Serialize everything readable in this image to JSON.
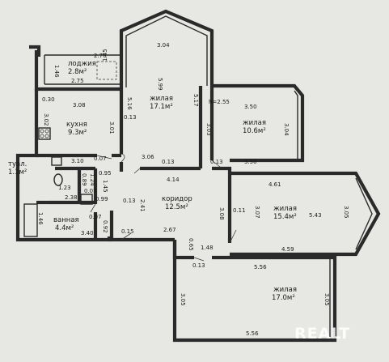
{
  "rooms": {
    "loggia": {
      "name": "лоджия",
      "area": "2.8м²"
    },
    "living1": {
      "name": "жилая",
      "area": "17.1м²"
    },
    "kitchen": {
      "name": "кухня",
      "area": "9.3м²"
    },
    "living2": {
      "name": "жилая",
      "area": "10.6м²"
    },
    "toilet": {
      "name": "туал.",
      "area": "1.1м²"
    },
    "corridor": {
      "name": "коридор",
      "area": "12.5м²"
    },
    "living3": {
      "name": "жилая",
      "area": "15.4м²"
    },
    "bathroom": {
      "name": "ванная",
      "area": "4.4м²"
    },
    "living4": {
      "name": "жилая",
      "area": "17.0м²"
    }
  },
  "dimensions": {
    "d304": "3.04",
    "d276": "2.76",
    "d146a": "1.46",
    "d145": "1.45",
    "d275": "2.75",
    "d599": "5.99",
    "d030": "0.30",
    "d308": "3.08",
    "d516": "5.16",
    "d517": "5.17",
    "h255": "h=2.55",
    "d350a": "3.50",
    "d302": "3.02",
    "d013a": "0.13",
    "d301": "3.01",
    "d303": "3.03",
    "d304b": "3.04",
    "d310": "3.10",
    "d007a": "0.07",
    "d306": "3.06",
    "d013b": "0.13",
    "d013c": "0.13",
    "d350b": "3.50",
    "d095": "0.95",
    "d414": "4.14",
    "d461": "4.61",
    "d089": "0.89",
    "d124": "1.24",
    "d123": "1.23",
    "d007b": "0.07",
    "d238": "2.38",
    "d099": "0.99",
    "d013d": "0.13",
    "d241": "2.41",
    "d145b": "1.45",
    "d308b": "3.08",
    "d011": "0.11",
    "d307": "3.07",
    "d543": "5.43",
    "d305a": "3.05",
    "d146b": "1.46",
    "d007c": "0.07",
    "d092": "0.92",
    "d340": "3.40",
    "d015": "0.15",
    "d267": "2.67",
    "d065": "0.65",
    "d148": "1.48",
    "d459": "4.59",
    "d013e": "0.13",
    "d556a": "5.56",
    "d305b": "3.05",
    "d305c": "3.05",
    "d556b": "5.56"
  },
  "watermark": "REALT"
}
